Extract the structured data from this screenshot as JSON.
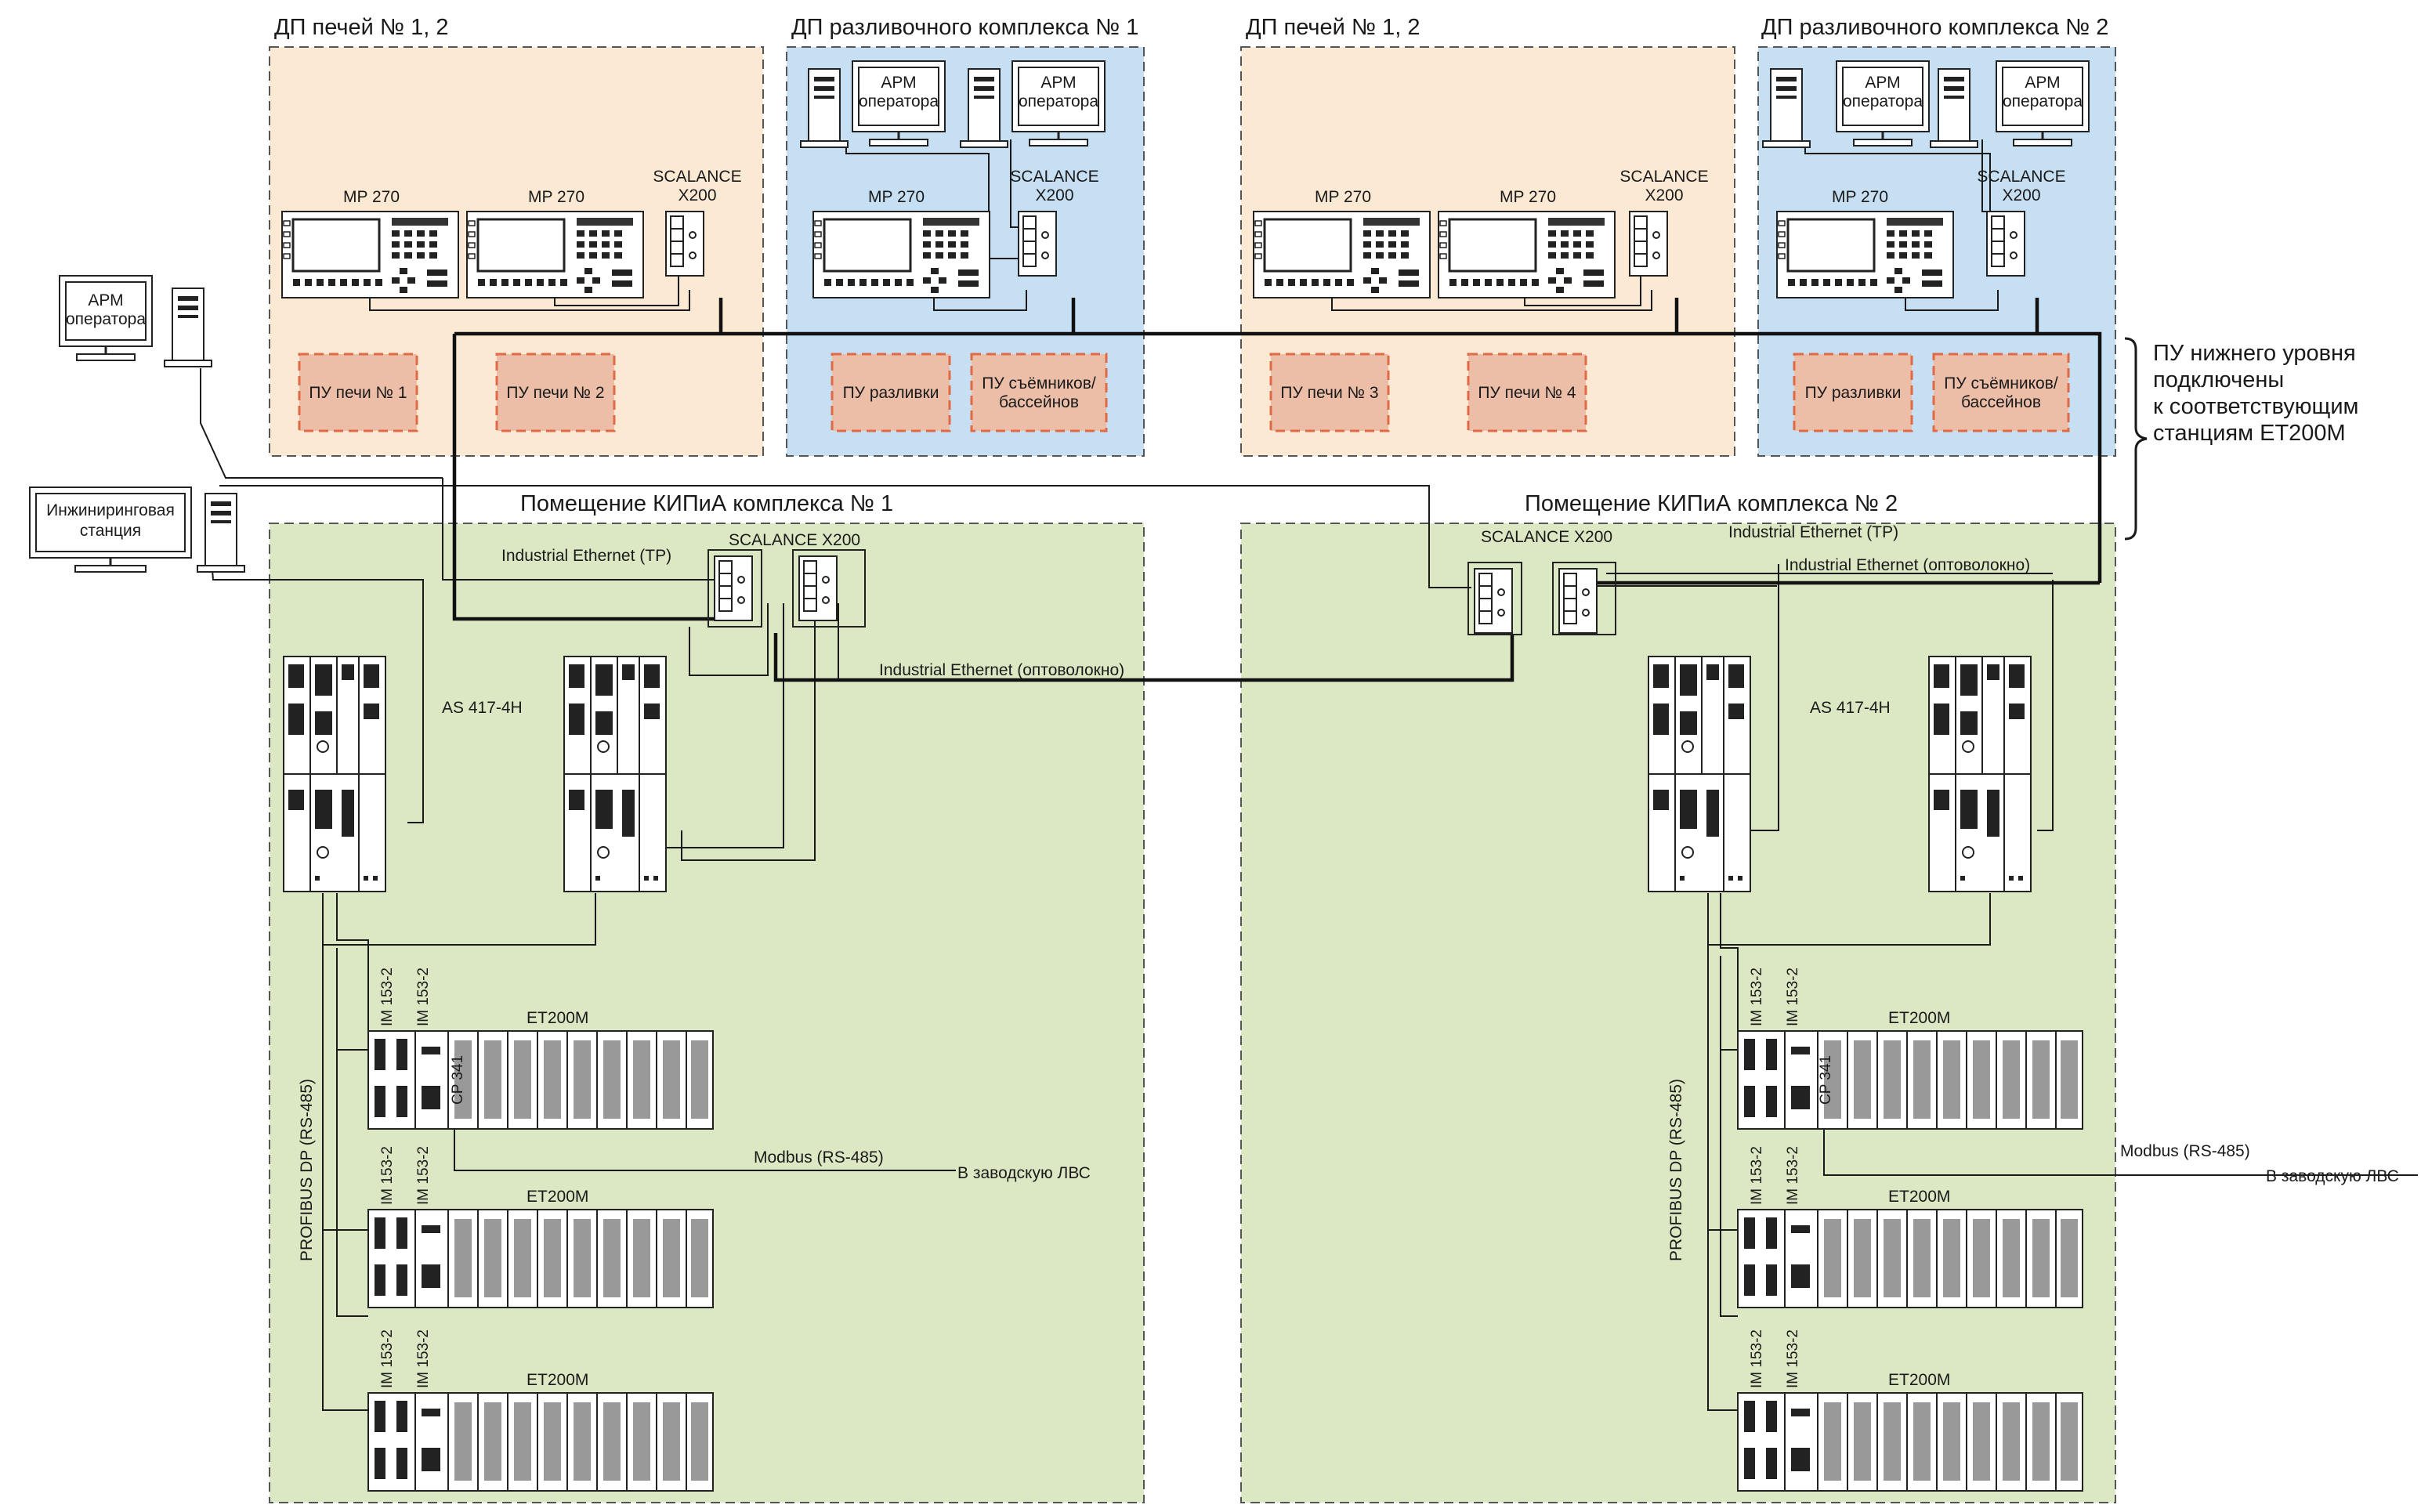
{
  "zones": {
    "dp1": "ДП печей № 1, 2",
    "dpr1": "ДП разливочного комплекса № 1",
    "dp2": "ДП печей № 1, 2",
    "dpr2": "ДП разливочного комплекса № 2",
    "kip1": "Помещение КИПиА комплекса № 1",
    "kip2": "Помещение КИПиА комплекса № 2"
  },
  "devices": {
    "mp270": "MP 270",
    "scalance_l1": "SCALANCE",
    "scalance_l2": "X200",
    "scalance_x200": "SCALANCE X200",
    "arm_l1": "АРМ",
    "arm_l2": "оператора",
    "eng_l1": "Инжиниринговая",
    "eng_l2": "станция",
    "as417": "AS 417-4H",
    "et200m": "ET200M",
    "im153": "IM 153-2",
    "cp341": "CP 341"
  },
  "control_panels": {
    "pu1": "ПУ печи № 1",
    "pu2": "ПУ печи № 2",
    "pu3": "ПУ печи № 3",
    "pu4": "ПУ печи № 4",
    "razl": "ПУ разливки",
    "sem_l1": "ПУ съёмников/",
    "sem_l2": "бассейнов"
  },
  "networks": {
    "ie_tp": "Industrial Ethernet (TP)",
    "ie_fo": "Industrial Ethernet (оптоволокно)",
    "profibus": "PROFIBUS DP (RS-485)",
    "modbus": "Modbus (RS-485)",
    "lan": "В заводскую ЛВС"
  },
  "note": {
    "l1": "ПУ нижнего уровня",
    "l2": "подключены",
    "l3": "к соответствующим",
    "l4": "станциям ET200M"
  },
  "colors": {
    "zone_furnace": "#fbe9d4",
    "zone_casting": "#c7dff2",
    "zone_kip": "#dbe8c3",
    "panel_fill": "#ecbea8",
    "panel_border": "#e06a45"
  }
}
